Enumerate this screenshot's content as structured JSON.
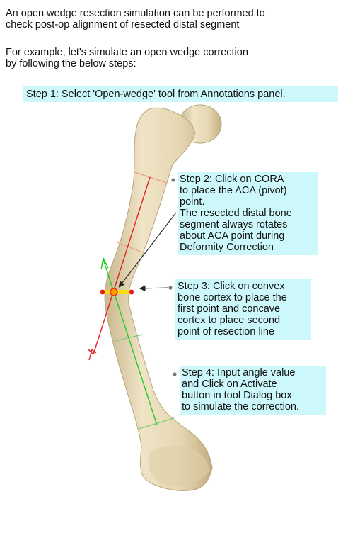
{
  "intro": {
    "paragraph1": [
      "An open wedge resection simulation can be performed to",
      "check post-op alignment of resected distal segment"
    ],
    "paragraph2": [
      "For example, let's simulate an open wedge correction",
      "by following the below steps:"
    ]
  },
  "steps": {
    "step1": [
      "Step 1: Select 'Open-wedge' tool from Annotations panel."
    ],
    "step2": [
      "Step 2: Click on CORA",
      "to  place the ACA (pivot)",
      "point.",
      "The resected distal bone",
      "segment always rotates",
      "about ACA point during",
      "Deformity Correction"
    ],
    "step3": [
      "Step 3: Click on convex",
      "bone cortex to place the",
      "first point and concave",
      "cortex to place second",
      "point of resection line"
    ],
    "step4": [
      "Step 4: Input angle value",
      "and Click on Activate",
      "button in tool Dialog box",
      "to simulate the correction."
    ]
  },
  "colors": {
    "callout_bg": "#cdf8fb",
    "bone": "#e9dcbc",
    "red_axis": "#e02020",
    "green_axis": "#22cc22",
    "marker_yellow": "#ffe000",
    "marker_orange": "#ff9a00"
  }
}
